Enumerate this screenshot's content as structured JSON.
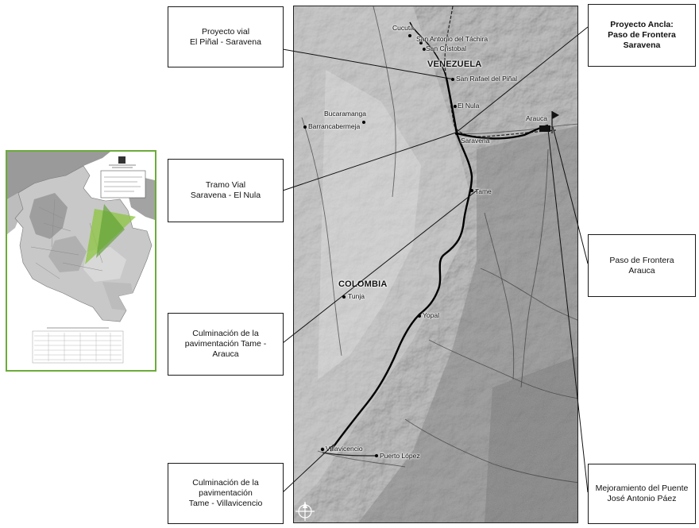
{
  "callouts": {
    "proyecto_vial": [
      "Proyecto vial",
      "El Piñal - Saravena"
    ],
    "tramo_vial": [
      "Tramo Vial",
      "Saravena - El Nula"
    ],
    "culminacion_arauca": [
      "Culminación de la",
      "pavimentación Tame - Arauca"
    ],
    "culminacion_villavicencio": [
      "Culminación de la pavimentación",
      "Tame - Villavicencio"
    ],
    "proyecto_ancla": [
      "Proyecto Ancla:",
      "Paso de Frontera",
      "Saravena"
    ],
    "paso_arauca": [
      "Paso de Frontera",
      "Arauca"
    ],
    "mejoramiento": [
      "Mejoramiento del Puente",
      "José Antonio Páez"
    ]
  },
  "places": {
    "cucuta": "Cucuta",
    "san_antonio": "San Antonio del Táchira",
    "san_cristobal": "San Cristobal",
    "venezuela": "VENEZUELA",
    "san_rafael": "San Rafael del Piñal",
    "el_nula": "El Nula",
    "bucaramanga": "Bucaramanga",
    "barrancabermeja": "Barrancabermeja",
    "arauca": "Arauca",
    "saravena": "Saravena",
    "tame": "Tame",
    "colombia": "COLOMBIA",
    "tunja": "Tunja",
    "yopal": "Yopal",
    "villavicencio": "Villavicencio",
    "puerto_lopez": "Puerto López"
  },
  "colors": {
    "border_green": "#6cab3a",
    "highlight_green": "#8cc63f",
    "map_gray": "#8a8a8a",
    "road": "#000000"
  },
  "icons": {
    "compass": "north-arrow-icon",
    "flag": "border-flag-icon",
    "emblem": "institute-emblem-icon"
  }
}
